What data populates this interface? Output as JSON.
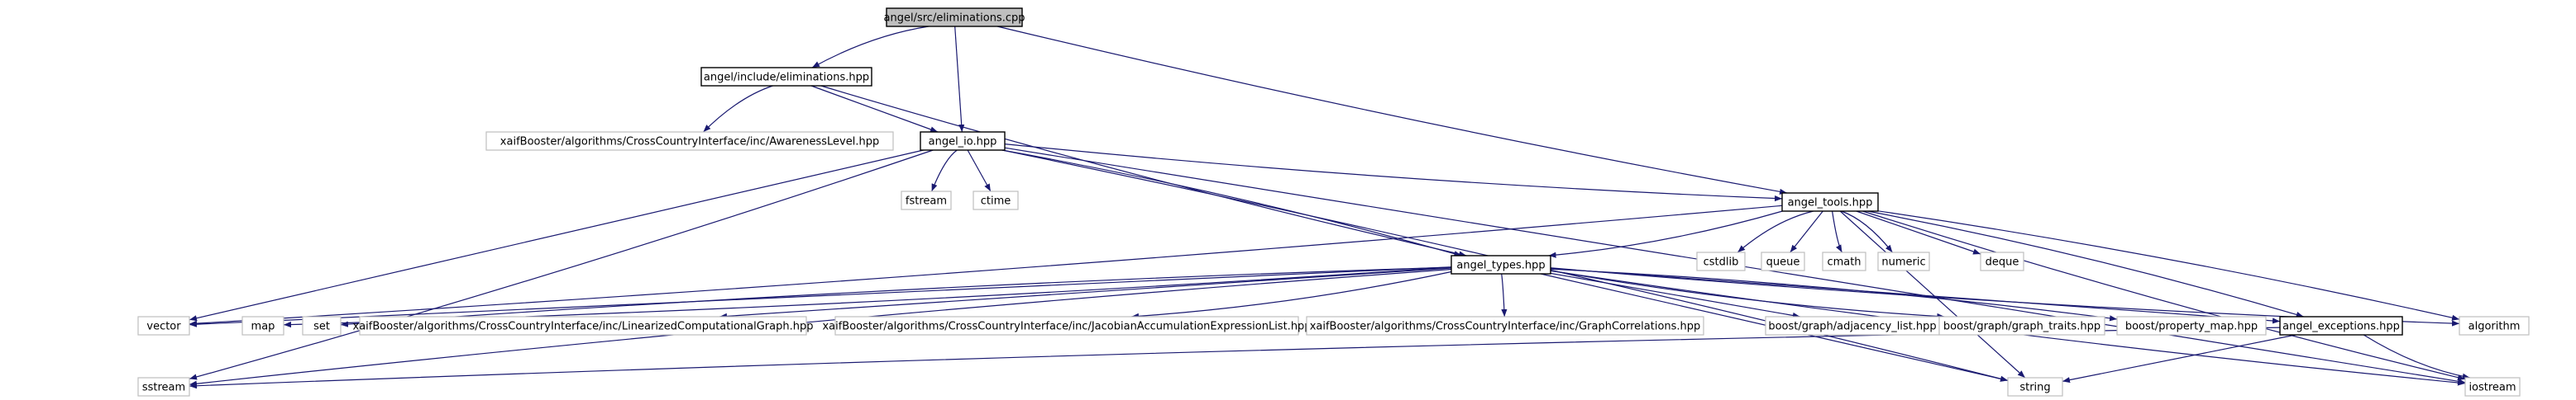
{
  "diagram": {
    "type": "include-dependency-graph",
    "colors": {
      "edge": "#191970",
      "root_fill": "#bfbfbf",
      "doc_border": "#000000",
      "ext_border": "#bfbfbf"
    },
    "nodes": [
      {
        "id": "n_elim_cpp",
        "label": "angel/src/eliminations.cpp",
        "kind": "root"
      },
      {
        "id": "n_elim_hpp",
        "label": "angel/include/eliminations.hpp",
        "kind": "documented"
      },
      {
        "id": "n_awareness",
        "label": "xaifBooster/algorithms/CrossCountryInterface/inc/AwarenessLevel.hpp",
        "kind": "external"
      },
      {
        "id": "n_io",
        "label": "angel_io.hpp",
        "kind": "documented"
      },
      {
        "id": "n_fstream",
        "label": "fstream",
        "kind": "external"
      },
      {
        "id": "n_ctime",
        "label": "ctime",
        "kind": "external"
      },
      {
        "id": "n_tools",
        "label": "angel_tools.hpp",
        "kind": "documented"
      },
      {
        "id": "n_cstdlib",
        "label": "cstdlib",
        "kind": "external"
      },
      {
        "id": "n_queue",
        "label": "queue",
        "kind": "external"
      },
      {
        "id": "n_cmath",
        "label": "cmath",
        "kind": "external"
      },
      {
        "id": "n_numeric",
        "label": "numeric",
        "kind": "external"
      },
      {
        "id": "n_deque",
        "label": "deque",
        "kind": "external"
      },
      {
        "id": "n_types",
        "label": "angel_types.hpp",
        "kind": "documented"
      },
      {
        "id": "n_vector",
        "label": "vector",
        "kind": "external"
      },
      {
        "id": "n_map",
        "label": "map",
        "kind": "external"
      },
      {
        "id": "n_set",
        "label": "set",
        "kind": "external"
      },
      {
        "id": "n_lcg",
        "label": "xaifBooster/algorithms/CrossCountryInterface/inc/LinearizedComputationalGraph.hpp",
        "kind": "external"
      },
      {
        "id": "n_jael",
        "label": "xaifBooster/algorithms/CrossCountryInterface/inc/JacobianAccumulationExpressionList.hpp",
        "kind": "external"
      },
      {
        "id": "n_gc",
        "label": "xaifBooster/algorithms/CrossCountryInterface/inc/GraphCorrelations.hpp",
        "kind": "external"
      },
      {
        "id": "n_adj",
        "label": "boost/graph/adjacency_list.hpp",
        "kind": "external"
      },
      {
        "id": "n_gtraits",
        "label": "boost/graph/graph_traits.hpp",
        "kind": "external"
      },
      {
        "id": "n_pmap",
        "label": "boost/property_map.hpp",
        "kind": "external"
      },
      {
        "id": "n_exc",
        "label": "angel_exceptions.hpp",
        "kind": "documented"
      },
      {
        "id": "n_algorithm",
        "label": "algorithm",
        "kind": "external"
      },
      {
        "id": "n_sstream",
        "label": "sstream",
        "kind": "external"
      },
      {
        "id": "n_string",
        "label": "string",
        "kind": "external"
      },
      {
        "id": "n_iostream",
        "label": "iostream",
        "kind": "external"
      }
    ],
    "edges": [
      [
        "n_elim_cpp",
        "n_elim_hpp"
      ],
      [
        "n_elim_cpp",
        "n_io"
      ],
      [
        "n_elim_cpp",
        "n_tools"
      ],
      [
        "n_elim_hpp",
        "n_awareness"
      ],
      [
        "n_elim_hpp",
        "n_io"
      ],
      [
        "n_elim_hpp",
        "n_types"
      ],
      [
        "n_io",
        "n_fstream"
      ],
      [
        "n_io",
        "n_ctime"
      ],
      [
        "n_io",
        "n_tools"
      ],
      [
        "n_io",
        "n_types"
      ],
      [
        "n_io",
        "n_vector"
      ],
      [
        "n_io",
        "n_sstream"
      ],
      [
        "n_io",
        "n_string"
      ],
      [
        "n_io",
        "n_iostream"
      ],
      [
        "n_tools",
        "n_types"
      ],
      [
        "n_tools",
        "n_cstdlib"
      ],
      [
        "n_tools",
        "n_queue"
      ],
      [
        "n_tools",
        "n_cmath"
      ],
      [
        "n_tools",
        "n_numeric"
      ],
      [
        "n_tools",
        "n_deque"
      ],
      [
        "n_tools",
        "n_vector"
      ],
      [
        "n_tools",
        "n_algorithm"
      ],
      [
        "n_tools",
        "n_string"
      ],
      [
        "n_tools",
        "n_iostream"
      ],
      [
        "n_tools",
        "n_exc"
      ],
      [
        "n_types",
        "n_vector"
      ],
      [
        "n_types",
        "n_map"
      ],
      [
        "n_types",
        "n_set"
      ],
      [
        "n_types",
        "n_lcg"
      ],
      [
        "n_types",
        "n_jael"
      ],
      [
        "n_types",
        "n_gc"
      ],
      [
        "n_types",
        "n_adj"
      ],
      [
        "n_types",
        "n_gtraits"
      ],
      [
        "n_types",
        "n_pmap"
      ],
      [
        "n_types",
        "n_exc"
      ],
      [
        "n_types",
        "n_algorithm"
      ],
      [
        "n_types",
        "n_sstream"
      ],
      [
        "n_types",
        "n_string"
      ],
      [
        "n_types",
        "n_iostream"
      ],
      [
        "n_exc",
        "n_sstream"
      ],
      [
        "n_exc",
        "n_string"
      ],
      [
        "n_exc",
        "n_iostream"
      ]
    ]
  }
}
